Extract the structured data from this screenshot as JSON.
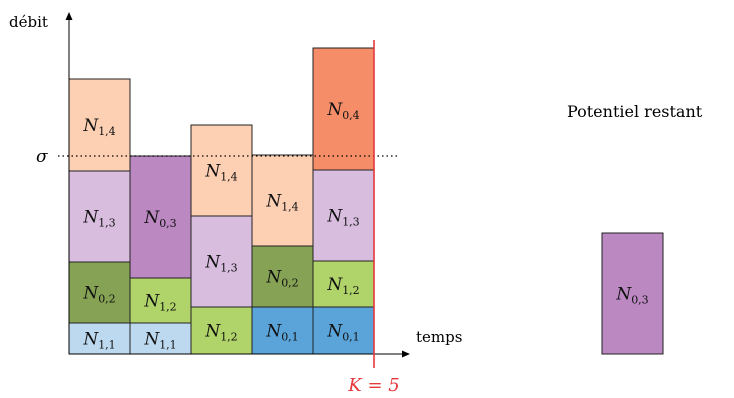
{
  "axes": {
    "ylabel": "débit",
    "xlabel": "temps",
    "sigma_label": "σ"
  },
  "k_marker": {
    "label": "K = 5",
    "color": "#e5383b"
  },
  "panel_title": "Potentiel restant",
  "colors": {
    "N11": "#bcd9ef",
    "N01": "#5aa4d9",
    "N12": "#b0d36a",
    "N02": "#86a355",
    "N13": "#d8bddf",
    "N03": "#bb88c2",
    "N14": "#fdcfb3",
    "N04": "#f58e68"
  },
  "columns": [
    {
      "blocks": [
        {
          "base": "N",
          "sub": "1,1",
          "color": "N11"
        },
        {
          "base": "N",
          "sub": "0,2",
          "color": "N02"
        },
        {
          "base": "N",
          "sub": "1,3",
          "color": "N13"
        },
        {
          "base": "N",
          "sub": "1,4",
          "color": "N14"
        }
      ]
    },
    {
      "blocks": [
        {
          "base": "N",
          "sub": "1,1",
          "color": "N11"
        },
        {
          "base": "N",
          "sub": "1,2",
          "color": "N12"
        },
        {
          "base": "N",
          "sub": "0,3",
          "color": "N03"
        }
      ]
    },
    {
      "blocks": [
        {
          "base": "N",
          "sub": "1,2",
          "color": "N12"
        },
        {
          "base": "N",
          "sub": "1,3",
          "color": "N13"
        },
        {
          "base": "N",
          "sub": "1,4",
          "color": "N14"
        }
      ]
    },
    {
      "blocks": [
        {
          "base": "N",
          "sub": "0,1",
          "color": "N01"
        },
        {
          "base": "N",
          "sub": "0,2",
          "color": "N02"
        },
        {
          "base": "N",
          "sub": "1,4",
          "color": "N14"
        }
      ]
    },
    {
      "blocks": [
        {
          "base": "N",
          "sub": "0,1",
          "color": "N01"
        },
        {
          "base": "N",
          "sub": "1,2",
          "color": "N12"
        },
        {
          "base": "N",
          "sub": "1,3",
          "color": "N13"
        },
        {
          "base": "N",
          "sub": "0,4",
          "color": "N04"
        }
      ]
    }
  ],
  "remaining": [
    {
      "base": "N",
      "sub": "0,3",
      "color": "N03"
    }
  ]
}
